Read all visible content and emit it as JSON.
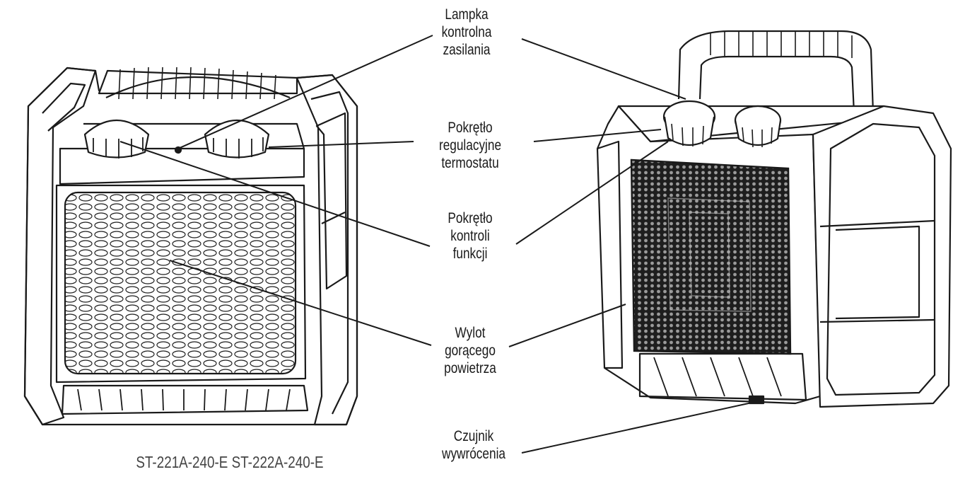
{
  "labels": {
    "power_lamp": [
      "Lampka",
      "kontrolna",
      "zasilania"
    ],
    "thermostat_knob": [
      "Pokrętło",
      "regulacyjne",
      "termostatu"
    ],
    "function_knob": [
      "Pokrętło",
      "kontroli",
      "funkcji"
    ],
    "hot_air_outlet": [
      "Wylot",
      "gorącego",
      "powietrza"
    ],
    "tip_over_sensor": [
      "Czujnik",
      "wywrócenia"
    ]
  },
  "models": "ST-221A-240-E ST-222A-240-E",
  "colors": {
    "line": "#1a1a1a",
    "grille_fill": "#d8d8d8",
    "mesh_fill": "#2a2a2a"
  }
}
